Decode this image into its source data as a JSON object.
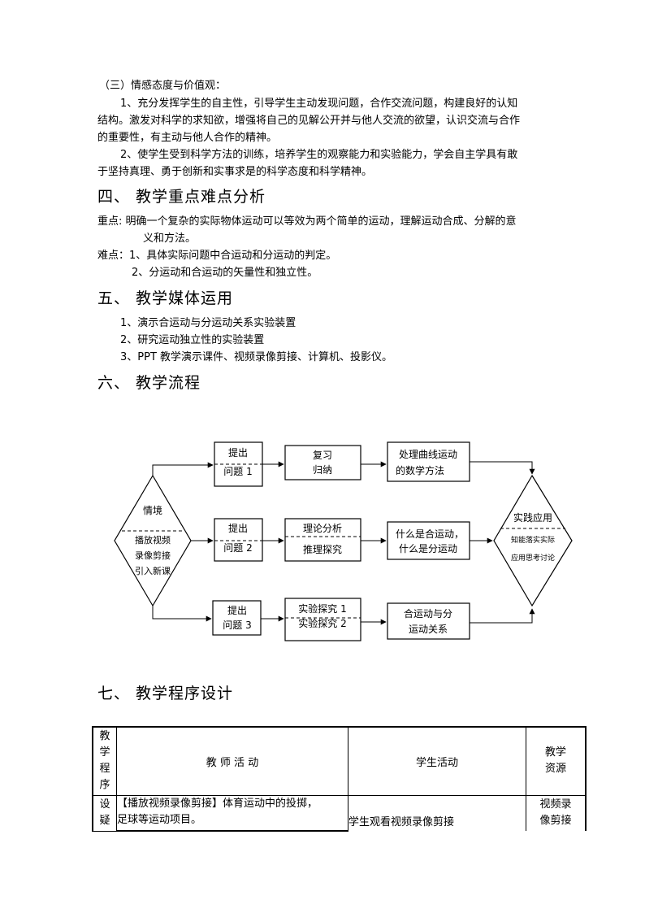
{
  "section3": {
    "heading": "（三）情感态度与价值观：",
    "p1_line1": "1、充分发挥学生的自主性，引导学生主动发现问题，合作交流问题，构建良好的认知",
    "p1_line2": "结构。激发对科学的求知欲，增强将自己的见解公开并与他人交流的欲望，认识交流与合作",
    "p1_line3": "的重要性，有主动与他人合作的精神。",
    "p2_line1": "2、使学生受到科学方法的训练，培养学生的观察能力和实验能力，学会自主学具有敢",
    "p2_line2": "于坚持真理、勇于创新和实事求是的科学态度和科学精神。"
  },
  "section4": {
    "heading": "四、 教学重点难点分析",
    "key_line1": "重点: 明确一个复杂的实际物体运动可以等效为两个简单的运动，理解运动合成、分解的意",
    "key_line2": "义和方法。",
    "diff_line1": "难点：1、具体实际问题中合运动和分运动的判定。",
    "diff_line2": "2、分运动和合运动的矢量性和独立性。"
  },
  "section5": {
    "heading": "五、 教学媒体运用",
    "items": [
      "1、演示合运动与分运动关系实验装置",
      "2、研究运动独立性的实验装置",
      "3、PPT 教学演示课件、视频录像剪接、计算机、投影仪。"
    ]
  },
  "section6": {
    "heading": "六、 教学流程"
  },
  "flow": {
    "start": {
      "top": "情境",
      "l1": "播放视频",
      "l2": "录像剪接",
      "l3": "引入新课"
    },
    "q1": {
      "top": "提出",
      "bottom": "问题 1"
    },
    "q2": {
      "top": "提出",
      "bottom": "问题 2"
    },
    "q3": {
      "top": "提出",
      "bottom": "问题 3"
    },
    "m1": {
      "top": "复习",
      "bottom": "归纳"
    },
    "m2": {
      "top": "理论分析",
      "bottom": "推理探究"
    },
    "m3": {
      "top": "实验探究 1",
      "bottom": "实验探究 2"
    },
    "r1": {
      "top": "处理曲线运动",
      "bottom": "的数学方法"
    },
    "r2": {
      "top": "什么是合运动，",
      "bottom": "什么是分运动"
    },
    "r3": {
      "top": "合运动与分",
      "bottom": "运动关系"
    },
    "end": {
      "top": "实践应用",
      "l1": "知能落实实际",
      "l2": "应用思考讨论"
    }
  },
  "section7": {
    "heading": "七、 教学程序设计"
  },
  "table": {
    "h_program": [
      "教",
      "学",
      "程",
      "序"
    ],
    "h_teacher": "教 师 活 动",
    "h_student": "学生活动",
    "h_resource_1": "教学",
    "h_resource_2": "资源",
    "row1_stage": [
      "设",
      "疑"
    ],
    "row1_teacher_1": "【播放视频录像剪接】体育运动中的投掷，",
    "row1_teacher_2": "足球等运动项目。",
    "row1_student": "学生观看视频录像剪接",
    "row1_resource_1": "视频录",
    "row1_resource_2": "像剪接"
  }
}
